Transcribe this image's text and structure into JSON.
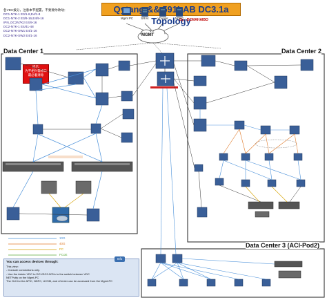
{
  "header": {
    "title": "Qytang && 591LAB DC3.1a  Topology",
    "author": "By : DCMAHAIBO"
  },
  "notes": {
    "heading": "各VDC拨分，注意本节配置，不要要你改动：",
    "lines": [
      "DC1-N7K-1   E3/1-8,E4/1-8",
      "DC1-N7K-2   E3/9-16,E4/9-16",
      "IPN_DC2N7K2 E4/9-16",
      "DC2-N7K-1   E4/41-48",
      "DC2-N7K-SW1 E4/1-16",
      "DC2-N7K-SW2 E4/1-16"
    ],
    "warning": [
      "提示:",
      "为不相兴需修口",
      "最必着清除"
    ]
  },
  "mgmt_devices": [
    "Mgmt PC",
    "SRV4",
    "vCenter",
    "NDFC"
  ],
  "mgmt_cloud": "MGMT",
  "data_centers": [
    {
      "label": "Data Center 1"
    },
    {
      "label": "Data Center 2"
    },
    {
      "label": "Data Center 3  (ACI-Pod2)"
    }
  ],
  "legend": {
    "items": [
      {
        "label": "10G",
        "color": "#4a90d9"
      },
      {
        "label": "40G",
        "color": "#e07a2a"
      },
      {
        "label": "FC",
        "color": "#d6a100"
      },
      {
        "label": "FCoE",
        "color": "#5aaa3a"
      }
    ]
  },
  "info": {
    "tag": "Info",
    "heading": "You can access devices through:",
    "lines": [
      "This view:",
      "- Console connections only.",
      "- Use the Admin VDC to DC1/DC2-N7Ks to the switch between VDC",
      "",
      "NETPutty on the Mgmt-PC",
      "The GUI for the APIC, NDFC, UCSM, and vCenter can be accessed from the Mgmt-PC"
    ]
  }
}
